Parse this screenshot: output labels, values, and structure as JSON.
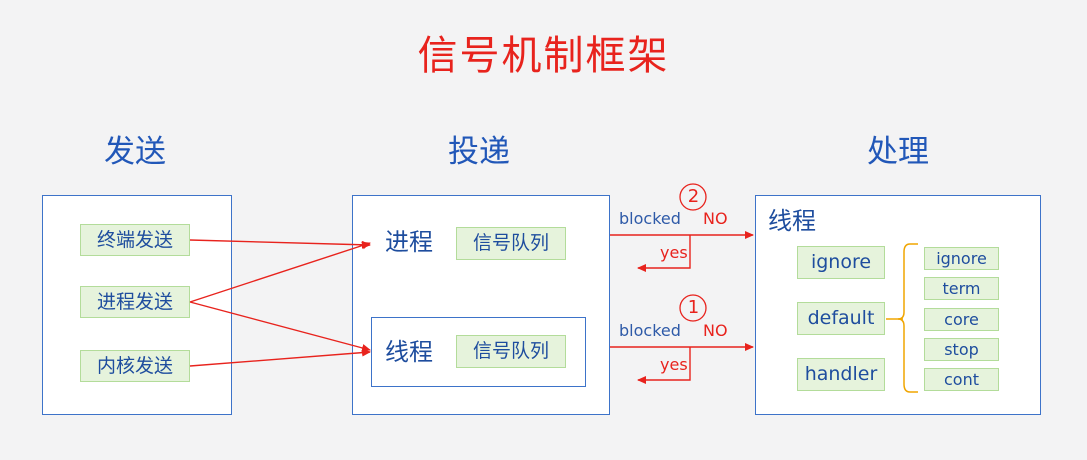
{
  "title": "信号机制框架",
  "columns": {
    "send": "发送",
    "deliver": "投递",
    "handle": "处理"
  },
  "sources": [
    "终端发送",
    "进程发送",
    "内核发送"
  ],
  "delivery": {
    "process_label": "进程",
    "thread_label": "线程",
    "queue_label": "信号队列"
  },
  "decisions": [
    {
      "number": "2",
      "blocked": "blocked",
      "no": "NO",
      "yes": "yes"
    },
    {
      "number": "1",
      "blocked": "blocked",
      "no": "NO",
      "yes": "yes"
    }
  ],
  "handling": {
    "thread_label": "线程",
    "actions": [
      "ignore",
      "default",
      "handler"
    ],
    "default_actions": [
      "ignore",
      "term",
      "core",
      "stop",
      "cont"
    ]
  },
  "colors": {
    "title": "#e8231d",
    "heading": "#2157b8",
    "box_border": "#3d73c9",
    "tag_fill": "#e6f3dc",
    "arrow": "#e8231d",
    "brace": "#f0a500"
  }
}
